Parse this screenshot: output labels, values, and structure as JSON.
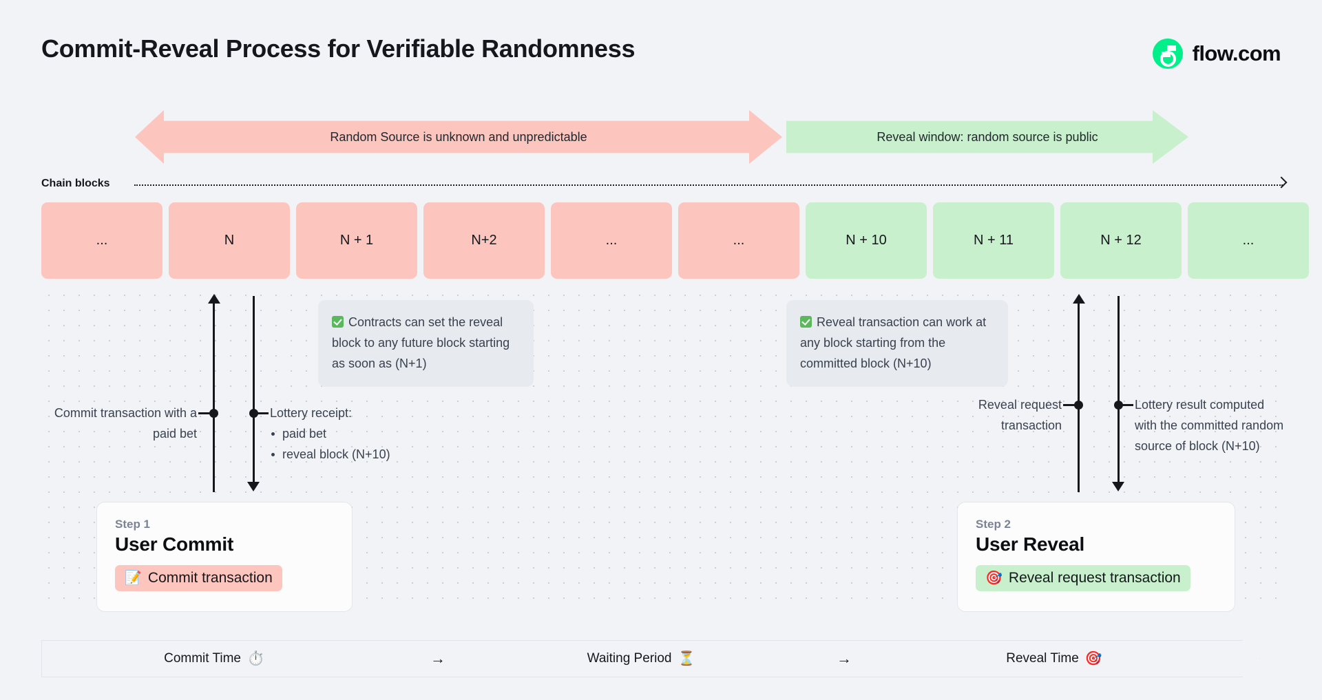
{
  "header": {
    "title": "Commit-Reveal Process for Verifiable Randomness",
    "brand": "flow.com",
    "brand_color": "#00ef8b"
  },
  "phases": {
    "unknown": "Random Source is unknown and unpredictable",
    "reveal": "Reveal window: random source is public",
    "unknown_color": "#fcc5bd",
    "reveal_color": "#c8f0cd"
  },
  "chain": {
    "label": "Chain blocks",
    "blocks": [
      {
        "label": "...",
        "state": "red"
      },
      {
        "label": "N",
        "state": "red"
      },
      {
        "label": "N + 1",
        "state": "red"
      },
      {
        "label": "N+2",
        "state": "red"
      },
      {
        "label": "...",
        "state": "red"
      },
      {
        "label": "...",
        "state": "red"
      },
      {
        "label": "N + 10",
        "state": "green"
      },
      {
        "label": "N + 11",
        "state": "green"
      },
      {
        "label": "N + 12",
        "state": "green"
      },
      {
        "label": "...",
        "state": "green"
      }
    ]
  },
  "callouts": {
    "contracts": "Contracts can set the reveal block to any future block starting as soon as (N+1)",
    "reveal_tx": "Reveal transaction can work at any block starting from the committed block (N+10)"
  },
  "annotations": {
    "commit_tx": "Commit transaction with a paid bet",
    "lottery_receipt_title": "Lottery receipt:",
    "lottery_receipt_items": [
      "paid bet",
      "reveal block (N+10)"
    ],
    "reveal_request": "Reveal request transaction",
    "lottery_result": "Lottery result computed with the committed random source of block (N+10)"
  },
  "steps": [
    {
      "kicker": "Step 1",
      "title": "User Commit",
      "pill_label": "Commit transaction",
      "pill_icon": "📝",
      "pill_color": "#fcc5bd"
    },
    {
      "kicker": "Step 2",
      "title": "User Reveal",
      "pill_label": "Reveal request transaction",
      "pill_icon": "🎯",
      "pill_color": "#c8f0cd"
    }
  ],
  "timeline": {
    "segments": [
      {
        "label": "Commit Time",
        "icon": "⏱️"
      },
      {
        "label": "Waiting Period",
        "icon": "⏳"
      },
      {
        "label": "Reveal Time",
        "icon": "🎯"
      }
    ],
    "arrow": "→"
  }
}
